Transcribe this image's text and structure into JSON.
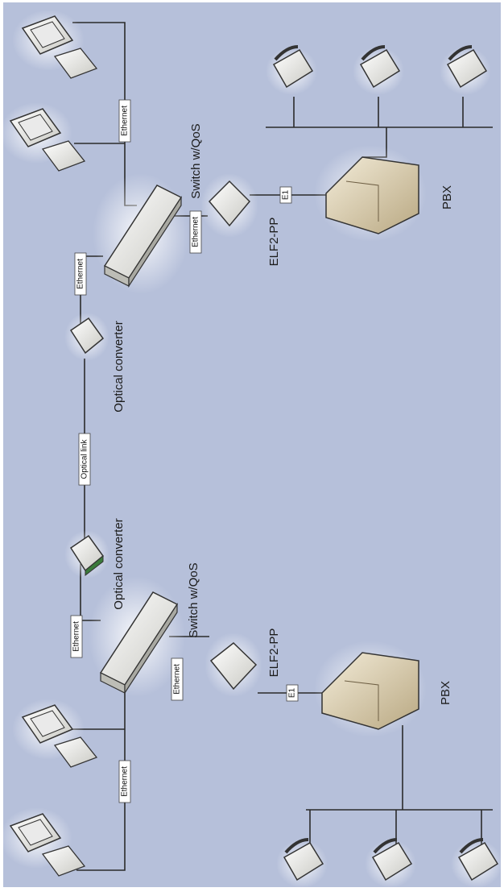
{
  "diagram": {
    "colors": {
      "background": "#b6c0da",
      "device_light": "#efefe6",
      "pbx": "#d8ccb0",
      "converter_accent": "#3a7a3a",
      "line": "#2a2a2a"
    },
    "labels": {
      "ethernet": "Ethernet",
      "optical_link": "Optical link",
      "e1": "E1",
      "optical_converter": "Optical converter",
      "switch_qos": "Switch w/QoS",
      "elf2pp": "ELF2-PP",
      "pbx": "PBX"
    },
    "icons": [
      "computer-icon",
      "telephone-icon",
      "switch-icon",
      "optical-converter-icon",
      "elf2pp-device-icon",
      "pbx-cabinet-icon"
    ]
  }
}
